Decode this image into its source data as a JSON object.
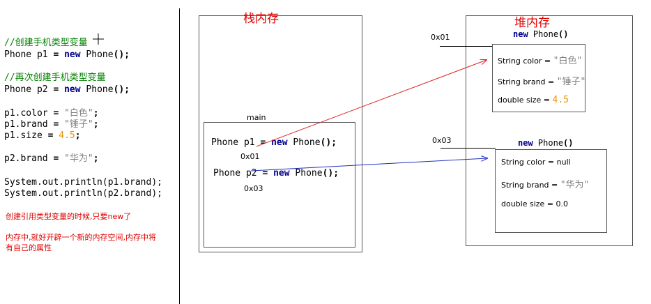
{
  "code": {
    "comment1": "//创建手机类型变量",
    "line1": {
      "type": "Phone",
      "var": "p1",
      "eq": "=",
      "kw": "new",
      "ctor": "Phone",
      "paren": "();"
    },
    "comment2": "//再次创建手机类型变量",
    "line2": {
      "type": "Phone",
      "var": "p2",
      "eq": "=",
      "kw": "new",
      "ctor": "Phone",
      "paren": "();"
    },
    "assign1": {
      "lhs": "p1.color",
      "eq": "=",
      "val": "\"白色\"",
      "end": ";"
    },
    "assign2": {
      "lhs": "p1.brand",
      "eq": "=",
      "val": "\"锤子\"",
      "end": ";"
    },
    "assign3": {
      "lhs": "p1.size",
      "eq": "=",
      "val": "4.5",
      "end": ";"
    },
    "assign4": {
      "lhs": "p2.brand",
      "eq": "=",
      "val": "\"华为\"",
      "end": ";"
    },
    "print1": "System.out.println(p1.brand);",
    "print2": "System.out.println(p2.brand);"
  },
  "notes": {
    "note1": "创建引用类型变量的时候,只要new了",
    "note2": "内存中,就好开辟一个新的内存空间,内存中将有自己的属性"
  },
  "stack": {
    "title": "栈内存",
    "frame_label": "main",
    "p1": {
      "type": "Phone",
      "var": "p1",
      "eq": "=",
      "kw": "new",
      "ctor": "Phone",
      "paren": "();",
      "addr": "0x01"
    },
    "p2": {
      "type": "Phone",
      "var": "p2",
      "eq": "=",
      "kw": "new",
      "ctor": "Phone",
      "paren": "();",
      "addr": "0x03"
    }
  },
  "heap": {
    "title": "堆内存",
    "obj1": {
      "addr": "0x01",
      "kw": "new",
      "ctor": "Phone",
      "paren": "()",
      "color_label": "String color = ",
      "color_val": "\"白色\"",
      "brand_label": "String brand = ",
      "brand_val": "\"锤子\"",
      "size_label": "double size = ",
      "size_val": "4.5"
    },
    "obj2": {
      "addr": "0x03",
      "kw": "new",
      "ctor": "Phone",
      "paren": "()",
      "color_label": "String color = null",
      "brand_label": "String brand = ",
      "brand_val": "\"华为\"",
      "size_label": "double size = 0.0"
    }
  },
  "colors": {
    "arrow1": "#e02020",
    "arrow2": "#2030c0",
    "accent": "#e00000"
  },
  "icons": {
    "cursor": "crosshair-cursor-icon"
  }
}
